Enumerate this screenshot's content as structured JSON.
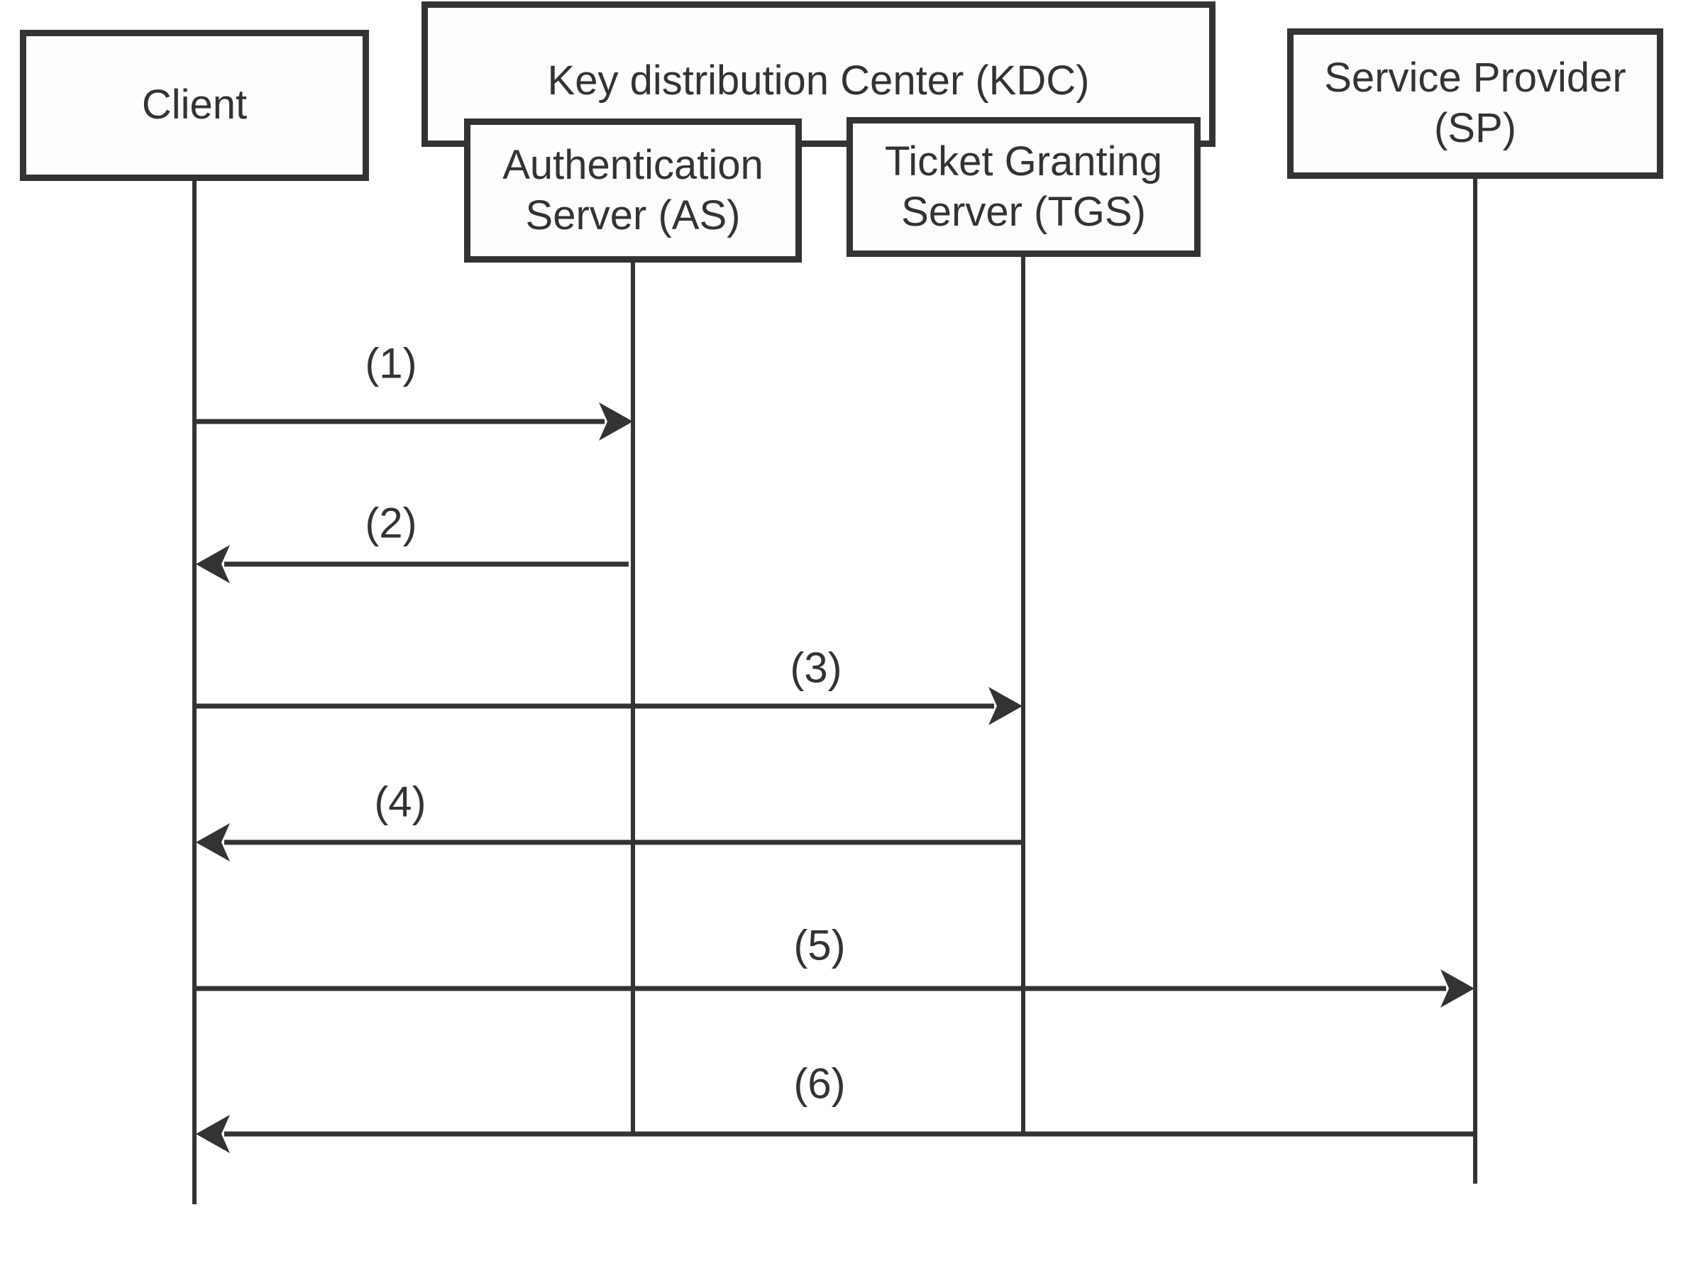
{
  "diagram": {
    "boxes": {
      "client": {
        "label": "Client"
      },
      "kdc": {
        "label": "Key distribution Center (KDC)"
      },
      "as": {
        "label": "Authentication\nServer (AS)"
      },
      "tgs": {
        "label": "Ticket Granting\nServer (TGS)"
      },
      "sp": {
        "label": "Service Provider\n(SP)"
      }
    },
    "messages": [
      {
        "label": "(1)",
        "from": "Client",
        "to": "Authentication Server (AS)",
        "direction": "right"
      },
      {
        "label": "(2)",
        "from": "Authentication Server (AS)",
        "to": "Client",
        "direction": "left"
      },
      {
        "label": "(3)",
        "from": "Client",
        "to": "Ticket Granting Server (TGS)",
        "direction": "right"
      },
      {
        "label": "(4)",
        "from": "Ticket Granting Server (TGS)",
        "to": "Client",
        "direction": "left"
      },
      {
        "label": "(5)",
        "from": "Client",
        "to": "Service Provider (SP)",
        "direction": "right"
      },
      {
        "label": "(6)",
        "from": "Service Provider (SP)",
        "to": "Client",
        "direction": "left"
      }
    ],
    "colors": {
      "ink": "#333333",
      "box_fill": "#fdfdfd",
      "background": "#ffffff"
    }
  }
}
